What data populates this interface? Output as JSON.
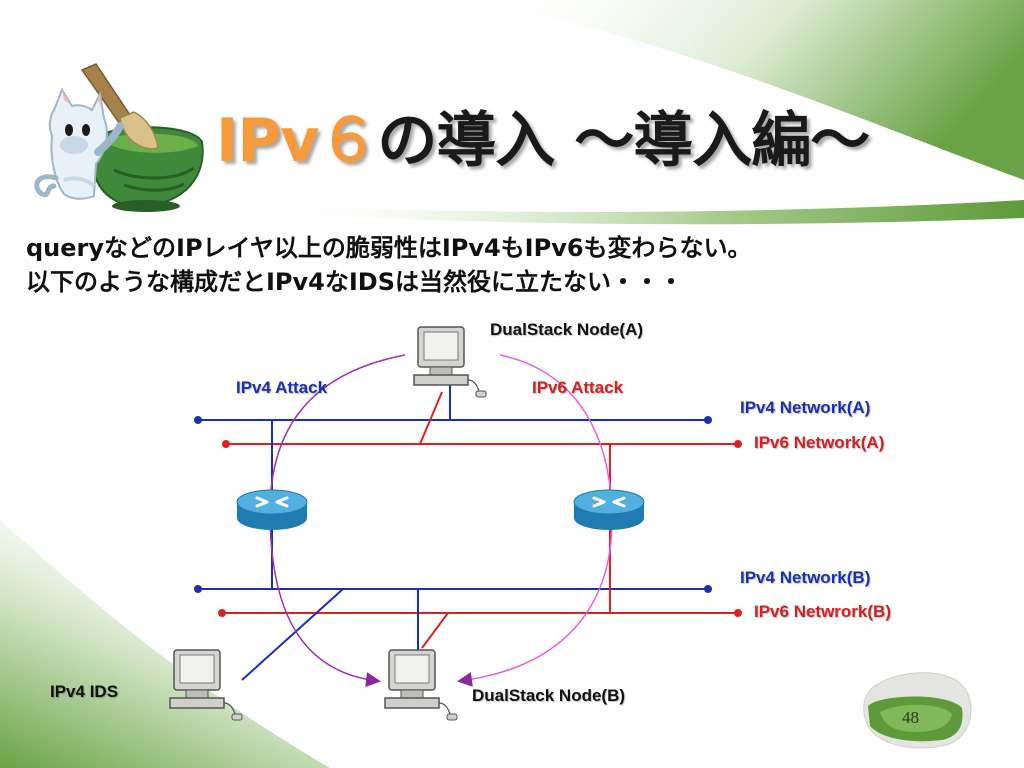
{
  "slide": {
    "title_accent": "IPv６",
    "title_rest": "の導入 ～導入編～",
    "body_lines": [
      "queryなどのIPレイヤ以上の脆弱性はIPv4もIPv6も変わらない。",
      "以下のような構成だとIPv4なIDSは当然役に立たない・・・"
    ],
    "page_number": "48"
  },
  "diagram": {
    "labels": {
      "node_a": "DualStack Node(A)",
      "node_b": "DualStack Node(B)",
      "ipv4_attack": "IPv4 Attack",
      "ipv6_attack": "IPv6 Attack",
      "ipv4_net_a": "IPv4 Network(A)",
      "ipv6_net_a": "IPv6 Network(A)",
      "ipv4_net_b": "IPv4 Network(B)",
      "ipv6_net_b": "IPv6 Netwrork(B)",
      "ids": "IPv4 IDS"
    },
    "colors": {
      "ipv4": "#1a2fb8",
      "ipv6": "#e02020",
      "attack_arc": "#c03cc8",
      "router": "#2e8fc0",
      "theme_green": "#5e9a3a",
      "title_orange": "#f79a3b"
    },
    "icons": [
      "cat-mascot-icon",
      "tea-bowl-icon",
      "router-icon",
      "computer-icon"
    ]
  }
}
